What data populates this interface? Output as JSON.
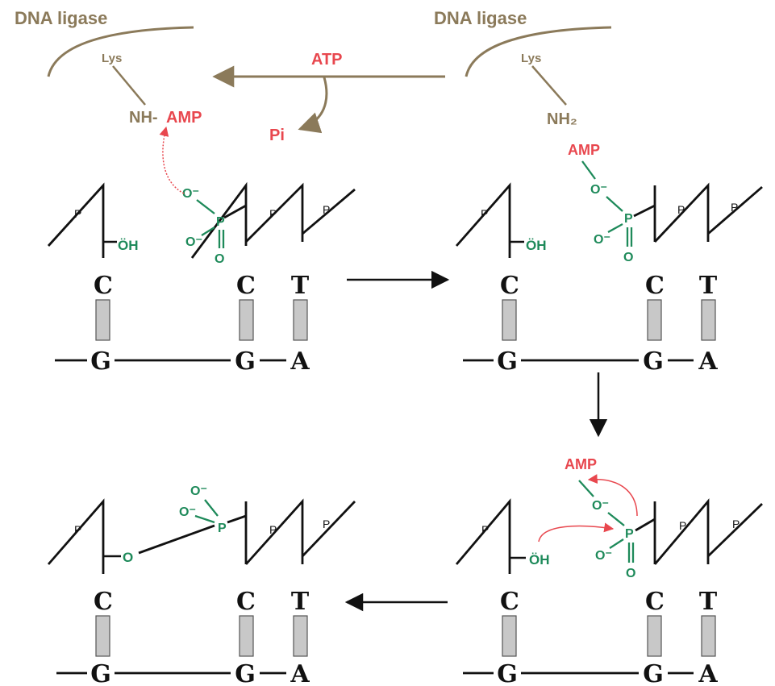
{
  "enzyme": {
    "name_left": "DNA ligase",
    "name_right": "DNA ligase",
    "lys_left": "Lys",
    "lys_right": "Lys",
    "nh_amp_nh": "NH-",
    "nh_amp_amp": "AMP",
    "nh2": "NH₂"
  },
  "cofactor": {
    "atp": "ATP",
    "pi": "Pi"
  },
  "chem": {
    "oh": "ÖH",
    "o_minus": "O⁻",
    "p": "P",
    "o": "O",
    "amp": "AMP",
    "backbone_p": "P"
  },
  "panels": [
    {
      "top_bases": [
        "C",
        "C",
        "T"
      ],
      "bottom_bases": [
        "G",
        "G",
        "A"
      ]
    },
    {
      "top_bases": [
        "C",
        "C",
        "T"
      ],
      "bottom_bases": [
        "G",
        "G",
        "A"
      ]
    },
    {
      "top_bases": [
        "C",
        "C",
        "T"
      ],
      "bottom_bases": [
        "G",
        "G",
        "A"
      ]
    },
    {
      "top_bases": [
        "C",
        "C",
        "T"
      ],
      "bottom_bases": [
        "G",
        "G",
        "A"
      ]
    }
  ],
  "colors": {
    "enzyme": "#8b7a5a",
    "amp_red": "#e8474e",
    "phosphate_green": "#1e8a5a",
    "dna_black": "#111111",
    "basepair_gray": "#c8c8c8"
  }
}
